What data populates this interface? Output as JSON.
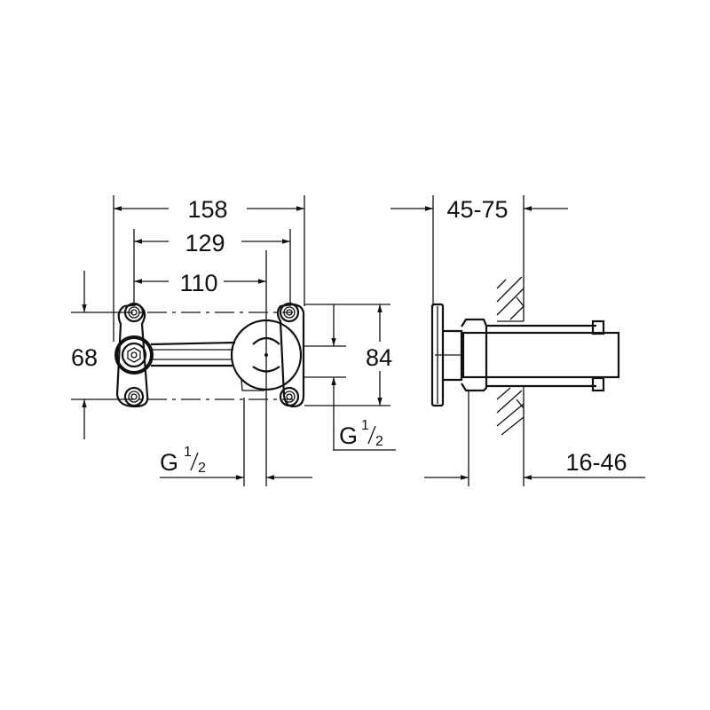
{
  "front_view": {
    "width_overall": "158",
    "width_mounting": "129",
    "width_centers": "110",
    "height_mounting": "68",
    "height_overall": "84",
    "thread_bottom": {
      "letter": "G",
      "numerator": "1",
      "denominator": "2"
    },
    "thread_side": {
      "letter": "G",
      "numerator": "1",
      "denominator": "2"
    }
  },
  "side_view": {
    "depth_range": "45-75",
    "wall_range": "16-46"
  }
}
